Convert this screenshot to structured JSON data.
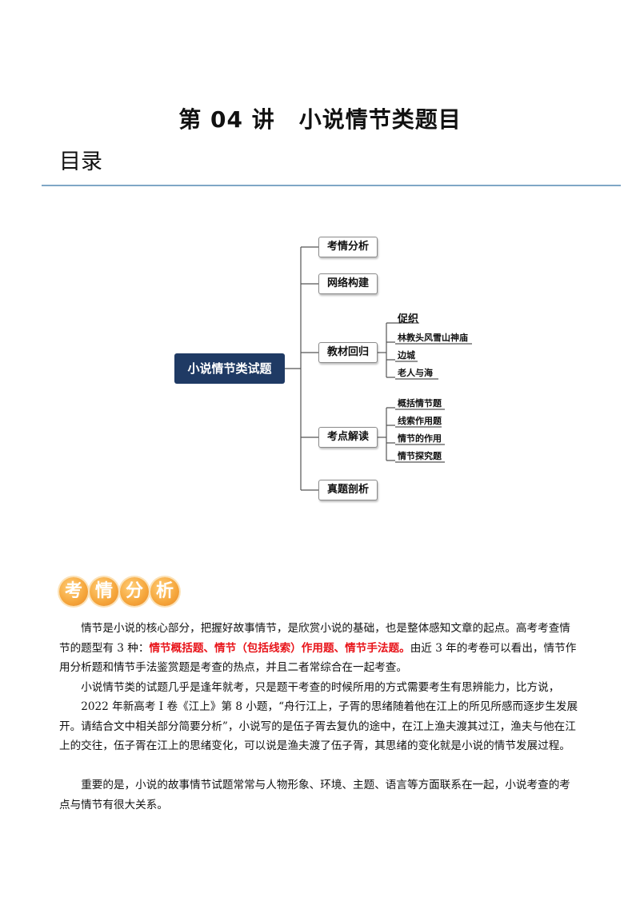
{
  "title": {
    "lecture": "第 04 讲",
    "topic": "小说情节类题目"
  },
  "toc_heading": "目录",
  "mindmap": {
    "root": "小说情节类试题",
    "branches": [
      {
        "label": "考情分析"
      },
      {
        "label": "网络构建"
      },
      {
        "label": "教材回归",
        "children": [
          "促织",
          "林教头风雪山神庙",
          "边城",
          "老人与海"
        ]
      },
      {
        "label": "考点解读",
        "children": [
          "概括情节题",
          "线索作用题",
          "情节的作用",
          "情节探究题"
        ]
      },
      {
        "label": "真题剖析"
      }
    ]
  },
  "section_badge": [
    "考",
    "情",
    "分",
    "析"
  ],
  "paragraphs": {
    "p1_a": "情节是小说的核心部分，把握好故事情节，是欣赏小说的基础，也是整体感知文章的起点。高考考查情节的题型有 3 种：",
    "p1_red": "情节概括题、情节（包括线索）作用题、情节手法题。",
    "p1_b": "由近 3 年的考卷可以看出，情节作用分析题和情节手法鉴赏题是考查的热点，并且二者常综合在一起考查。",
    "p2": "小说情节类的试题几乎是逢年就考，只是题干考查的时候所用的方式需要考生有思辨能力，比方说，",
    "p3": "2022 年新高考 I 卷《江上》第 8 小题，“舟行江上，子胥的思绪随着他在江上的所见所感而逐步生发展开。请结合文中相关部分简要分析”，小说写的是伍子胥去复仇的途中，在江上渔夫渡其过江，渔夫与他在江上的交往，伍子胥在江上的思绪变化，可以说是渔夫渡了伍子胥，其思绪的变化就是小说的情节发展过程。",
    "p4": "重要的是，小说的故事情节试题常常与人物形象、环境、主题、语言等方面联系在一起，小说考查的考点与情节有很大关系。"
  }
}
